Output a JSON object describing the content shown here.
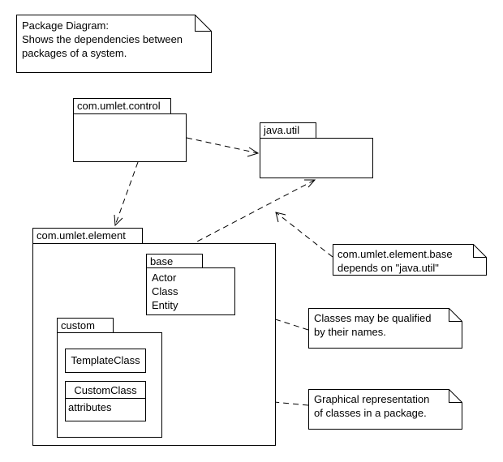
{
  "notes": {
    "title_note": [
      "Package Diagram:",
      "Shows the dependencies between",
      "packages of a system."
    ],
    "java_note": [
      "com.umlet.element.base",
      "depends on \"java.util\""
    ],
    "qualified_note": [
      "Classes may be qualified",
      "by their names."
    ],
    "graphical_note": [
      "Graphical representation",
      "of classes in a package."
    ]
  },
  "packages": {
    "control": {
      "name": "com.umlet.control"
    },
    "java_util": {
      "name": "java.util"
    },
    "element": {
      "name": "com.umlet.element"
    },
    "base": {
      "name": "base",
      "classes": [
        "Actor",
        "Class",
        "Entity"
      ]
    },
    "custom": {
      "name": "custom"
    }
  },
  "classes": {
    "template_class": {
      "name": "TemplateClass"
    },
    "custom_class": {
      "name": "CustomClass",
      "attributes": "attributes"
    }
  },
  "colors": {
    "stroke": "#000000",
    "background": "#ffffff"
  }
}
